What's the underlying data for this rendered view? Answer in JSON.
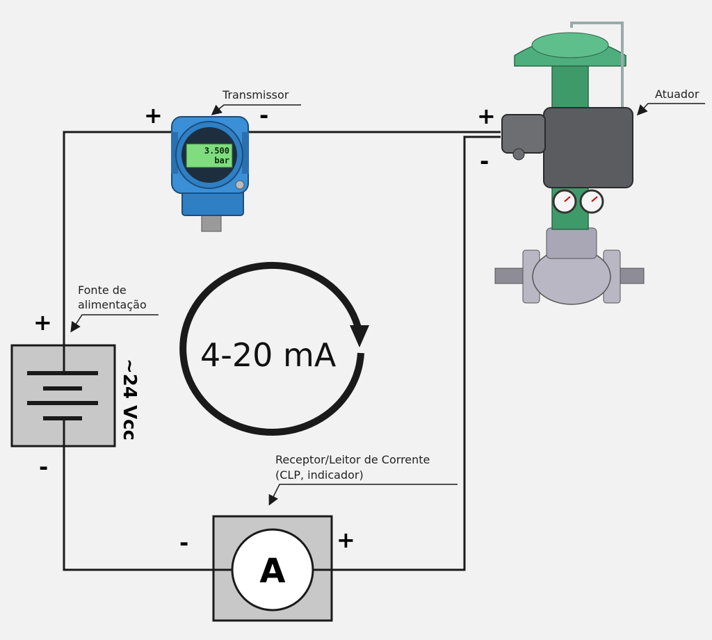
{
  "labels": {
    "transmitter": "Transmissor",
    "actuator": "Atuador",
    "power_line1": "Fonte de",
    "power_line2": "alimentação",
    "receiver_line1": "Receptor/Leitor de Corrente",
    "receiver_line2": "(CLP, indicador)",
    "loop_current": "4-20 mA",
    "voltage": "~24 Vcc",
    "ammeter_symbol": "A"
  },
  "display": {
    "value": "3.500",
    "unit": "bar"
  },
  "polarity": {
    "plus": "+",
    "minus": "-"
  },
  "colors": {
    "background": "#f2f2f2",
    "wire": "#1a1a1a",
    "box_fill": "#c8c8c8",
    "transmitter_blue": "#3a8fd6",
    "lcd_green": "#7fdc7f",
    "actuator_green": "#3f9a6a",
    "positioner_gray": "#5a5c60",
    "valve_gray": "#b9b7c4"
  },
  "icons": {
    "transmitter": "pressure-transmitter-icon",
    "actuator": "control-valve-actuator-icon",
    "battery": "battery-symbol-icon",
    "ammeter": "ammeter-icon",
    "loop_arrow": "circular-arrow-icon"
  }
}
